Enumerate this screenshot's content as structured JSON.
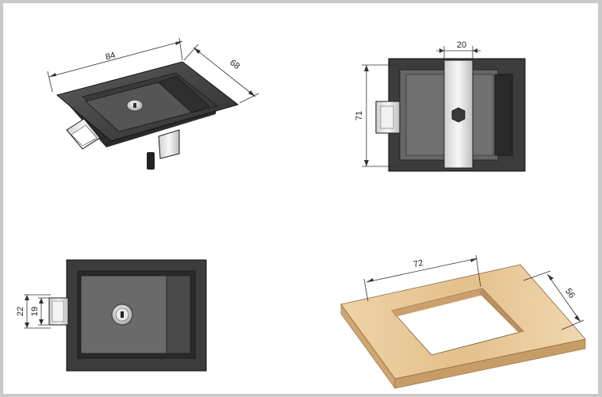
{
  "drawing": {
    "views": {
      "iso_latch": {
        "dim_length": "84",
        "dim_depth": "68"
      },
      "rear_view": {
        "dim_bracket_width": "20",
        "dim_height": "71"
      },
      "front_view": {
        "dim_outer": "22",
        "dim_inner": "19"
      },
      "cutout_plate": {
        "dim_width": "72",
        "dim_depth": "56"
      }
    }
  },
  "colors": {
    "sheet": "#ffffff",
    "border": "#c9c9c9",
    "metal_dark": "#4a4a4a",
    "metal_mid": "#6e6e6e",
    "chrome": "#e6e6e6",
    "wood": "#e6c595",
    "wood_edge": "#c9a06a"
  }
}
